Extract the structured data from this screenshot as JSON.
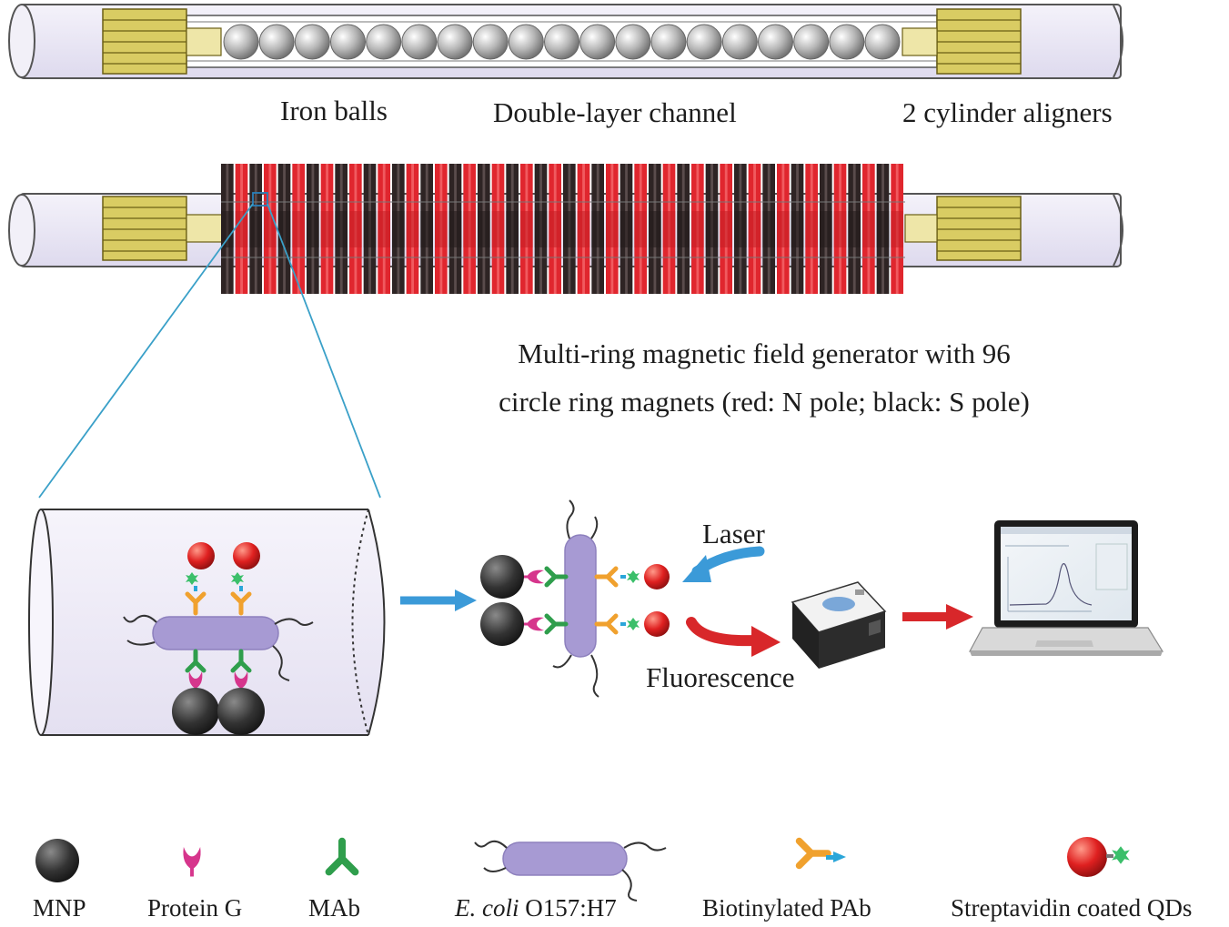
{
  "labels": {
    "iron_balls": "Iron balls",
    "double_layer_channel": "Double-layer channel",
    "aligners": "2 cylinder aligners",
    "generator_caption_line1": "Multi-ring magnetic field generator with 96",
    "generator_caption_line2": "circle ring magnets (red: N pole; black: S pole)",
    "laser": "Laser",
    "fluorescence": "Fluorescence"
  },
  "legend": {
    "mnp": "MNP",
    "protein_g": "Protein G",
    "mab": "MAb",
    "ecoli_italic": "E. coli",
    "ecoli_strain": " O157:H7",
    "pab": "Biotinylated PAb",
    "qds": "Streptavidin coated QDs"
  },
  "colors": {
    "tube_fill": "#e9e6f3",
    "tube_stroke": "#555555",
    "aligner_fill": "#d9cc63",
    "aligner_line": "#6b5f16",
    "ball_fill": "#bdbdbd",
    "magnet_red": "#e0262e",
    "magnet_black": "#2e2424",
    "zoom_line": "#3aa0c8",
    "mnp": "#303030",
    "protein_g": "#d6358c",
    "mab": "#2f9e4c",
    "bacterium": "#a79ad3",
    "pab": "#f0a12e",
    "biotin": "#2aa6d9",
    "qd": "#d81e1e",
    "streptavidin": "#3bbf6a",
    "arrow_blue": "#3b9ad8",
    "arrow_red": "#d8272a"
  },
  "icons": {
    "spectrometer": "spectrometer-icon",
    "laptop": "laptop-icon"
  },
  "counts": {
    "iron_balls": 19,
    "ring_magnets": 96
  }
}
